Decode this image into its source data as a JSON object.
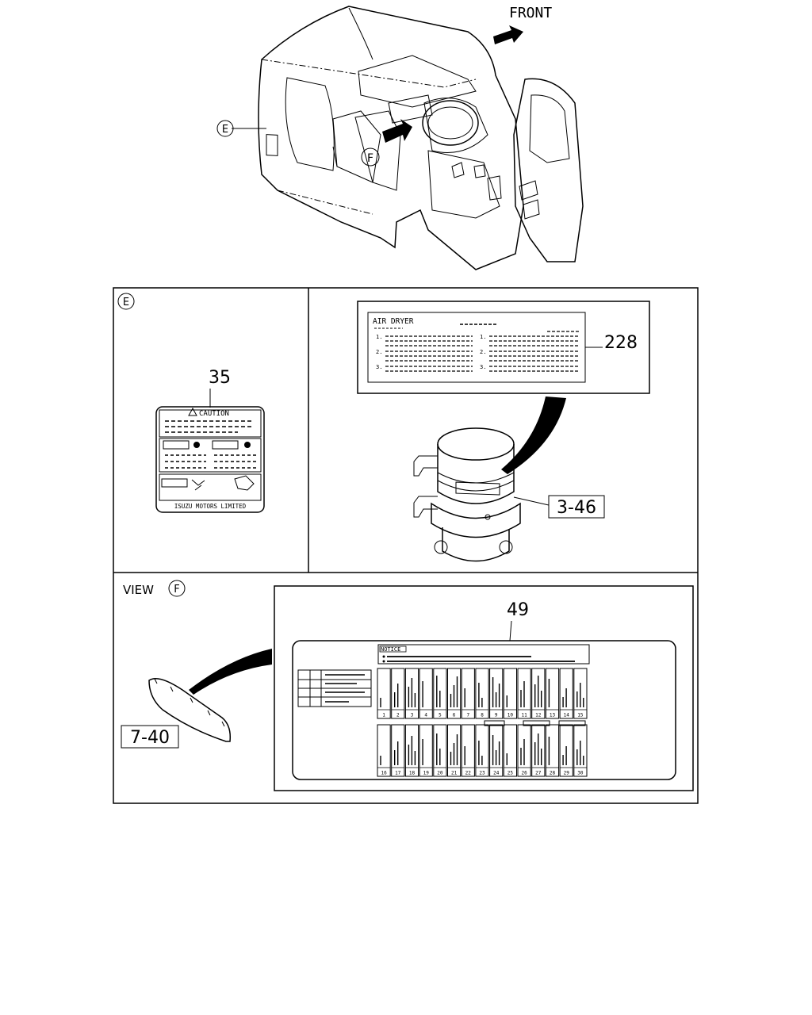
{
  "front_label": "FRONT",
  "callouts": {
    "E": "E",
    "F": "F",
    "view_prefix": "VIEW"
  },
  "parts": {
    "caution_label": "35",
    "air_dryer_label": "228",
    "air_dryer": "3-46",
    "notice_label": "49",
    "trim_panel": "7-40"
  },
  "caution_plate": {
    "title": "CAUTION",
    "maker": "ISUZU MOTORS LIMITED"
  },
  "air_dryer_plate": {
    "title": "AIR DRYER",
    "left_numbers": [
      "1.",
      "2.",
      "3."
    ],
    "right_numbers": [
      "1.",
      "2.",
      "3."
    ]
  },
  "notice_plate": {
    "title": "NOTICE",
    "row1_numbers": [
      "1",
      "2",
      "3",
      "4",
      "5",
      "6",
      "7",
      "8",
      "9",
      "10",
      "11",
      "12",
      "13",
      "14",
      "15"
    ],
    "row2_numbers": [
      "16",
      "17",
      "18",
      "19",
      "20",
      "21",
      "22",
      "23",
      "24",
      "25",
      "26",
      "27",
      "28",
      "29",
      "30"
    ]
  }
}
